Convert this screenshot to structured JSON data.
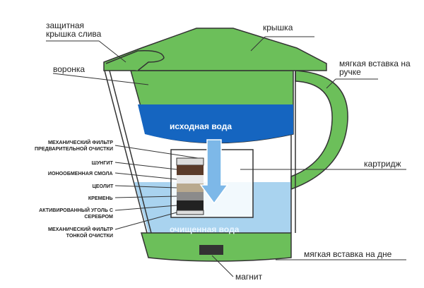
{
  "labels": {
    "drain_cap": "защитная крышка слива",
    "lid": "крышка",
    "funnel": "воронка",
    "handle_insert": "мягкая вставка на ручке",
    "cartridge": "картридж",
    "bottom_insert": "мягкая вставка на дне",
    "magnet": "магнит",
    "source_water": "исходная вода",
    "purified_water": "очищенная вода"
  },
  "filter_layers": [
    "МЕХАНИЧЕСКИЙ ФИЛЬТР ПРЕДВАРИТЕЛЬНОЙ ОЧИСТКИ",
    "ШУНГИТ",
    "ИОНООБМЕННАЯ СМОЛА",
    "ЦЕОЛИТ",
    "КРЕМЕНЬ",
    "АКТИВИРОВАННЫЙ УГОЛЬ С СЕРЕБРОМ",
    "МЕХАНИЧЕСКИЙ ФИЛЬТР ТОНКОЙ ОЧИСТКИ"
  ],
  "colors": {
    "green": "#6cbf5a",
    "blue": "#1565c0",
    "light_blue": "#a9d3ef"
  }
}
